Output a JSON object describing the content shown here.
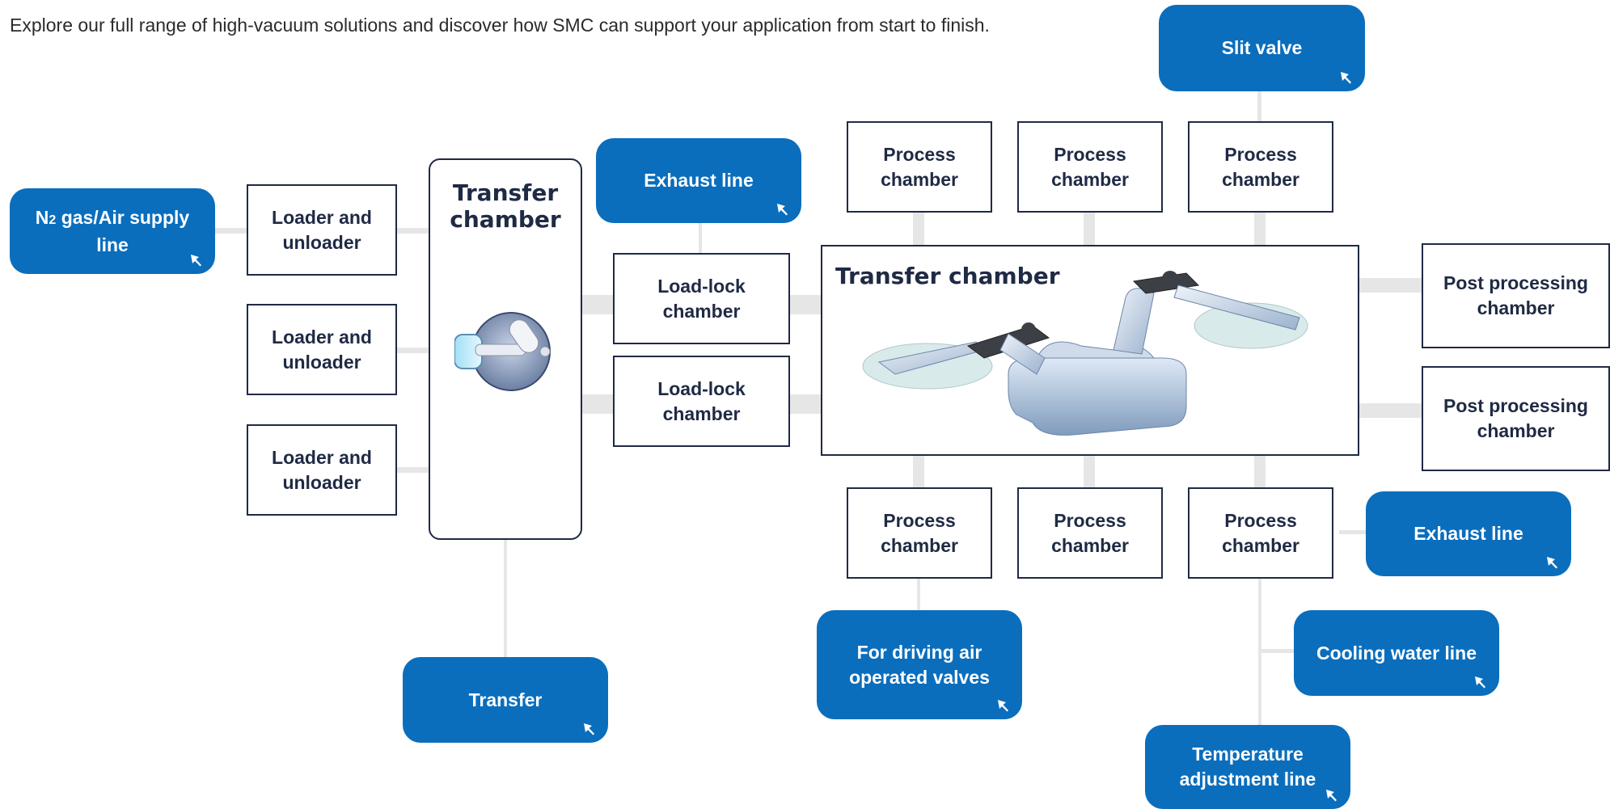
{
  "intro": "Explore our full range of high-vacuum solutions and discover how SMC can support your application from start to finish.",
  "colors": {
    "accent": "#0a6ebd",
    "border": "#1f2a44",
    "connector": "#e6e6e6"
  },
  "icons": {
    "button_arrow": "cursor-arrow-icon"
  },
  "boxes": {
    "loader1": "Loader and unloader",
    "loader2": "Loader and unloader",
    "loader3": "Loader and unloader",
    "loadlock1": "Load-lock chamber",
    "loadlock2": "Load-lock chamber",
    "process_top1": "Process chamber",
    "process_top2": "Process chamber",
    "process_top3": "Process chamber",
    "process_bot1": "Process chamber",
    "process_bot2": "Process chamber",
    "process_bot3": "Process chamber",
    "post1": "Post processing chamber",
    "post2": "Post processing chamber"
  },
  "transfer_left": {
    "title": "Transfer chamber"
  },
  "transfer_main": {
    "title": "Transfer chamber"
  },
  "buttons": {
    "n2_main": "N",
    "n2_sub": "2",
    "n2_rest": " gas/Air supply line",
    "slit": "Slit valve",
    "exhaust_top": "Exhaust line",
    "exhaust_right": "Exhaust line",
    "transfer": "Transfer",
    "driving_air": "For driving air operated valves",
    "cooling": "Cooling water line",
    "temperature": "Temperature adjustment line"
  }
}
